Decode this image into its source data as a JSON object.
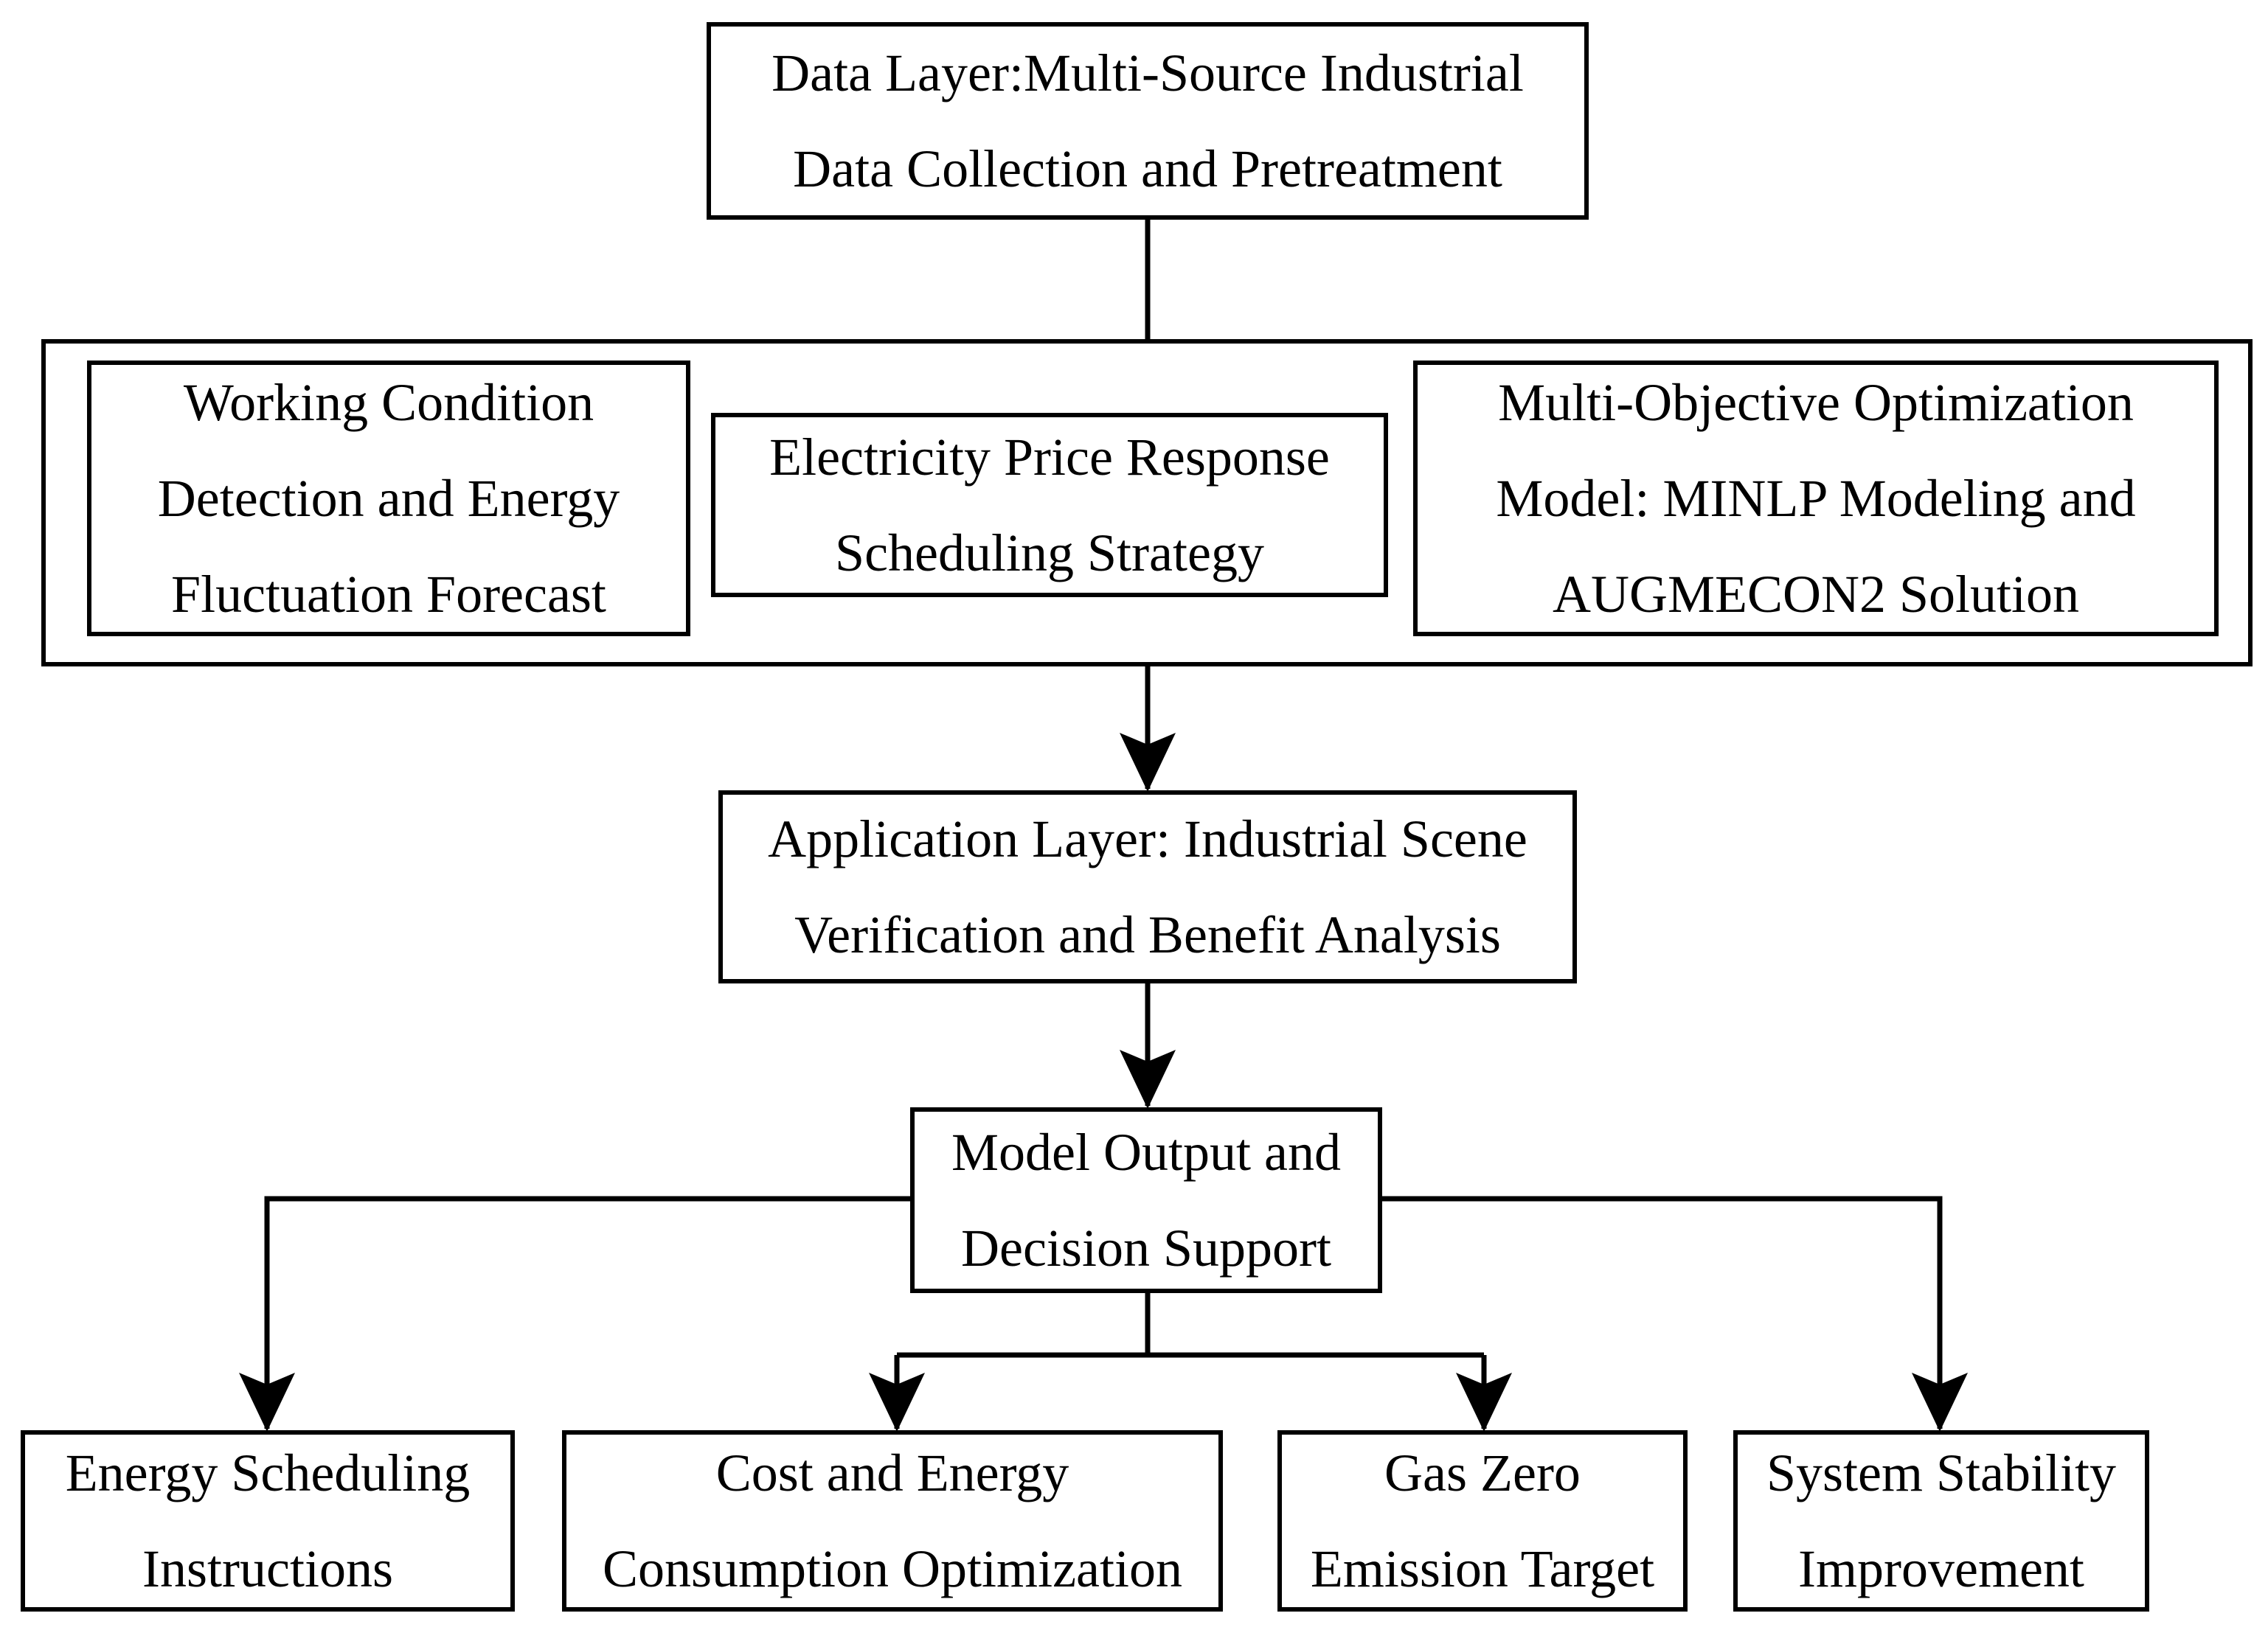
{
  "nodes": {
    "data_layer": {
      "lines": [
        "Data Layer:Multi-Source Industrial",
        "Data Collection and Pretreatment"
      ]
    },
    "working_condition": {
      "lines": [
        "Working Condition",
        "Detection and Energy",
        "Fluctuation Forecast"
      ]
    },
    "price_response": {
      "lines": [
        "Electricity Price Response",
        "Scheduling Strategy"
      ]
    },
    "multi_objective": {
      "lines": [
        "Multi-Objective Optimization",
        "Model: MINLP Modeling and",
        "AUGMECON2 Solution"
      ]
    },
    "application_layer": {
      "lines": [
        "Application Layer: Industrial Scene",
        "Verification and Benefit Analysis"
      ]
    },
    "model_output": {
      "lines": [
        "Model Output and",
        "Decision Support"
      ]
    },
    "energy_scheduling": {
      "lines": [
        "Energy Scheduling",
        "Instructions"
      ]
    },
    "cost_energy": {
      "lines": [
        "Cost and Energy",
        "Consumption Optimization"
      ]
    },
    "gas_zero": {
      "lines": [
        "Gas Zero",
        "Emission Target"
      ]
    },
    "system_stability": {
      "lines": [
        "System Stability",
        "Improvement"
      ]
    }
  },
  "colors": {
    "stroke": "#000000",
    "background": "#ffffff"
  }
}
